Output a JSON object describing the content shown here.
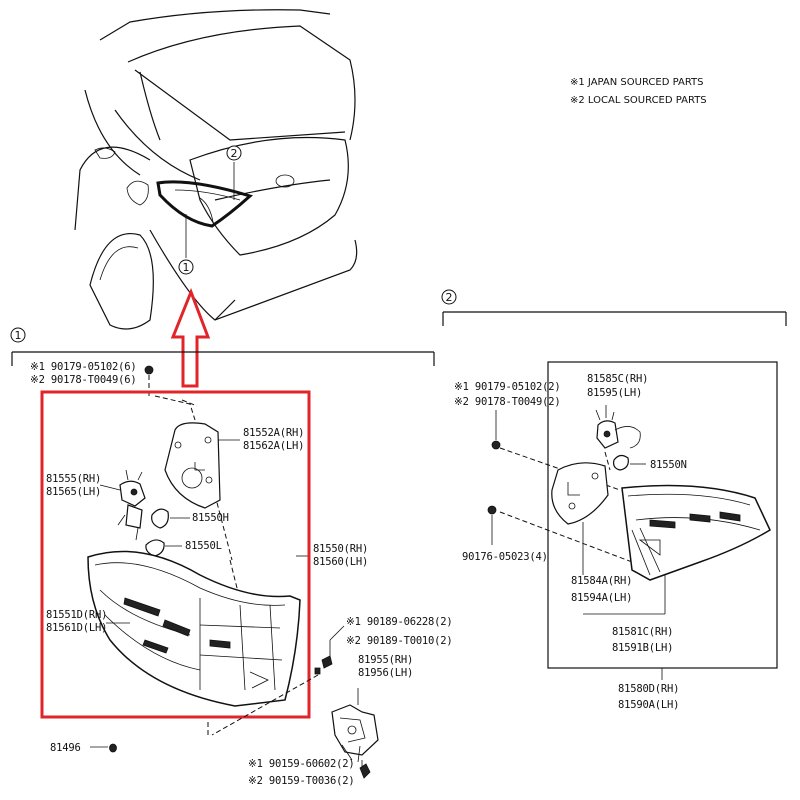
{
  "notes": {
    "line1": "※1 JAPAN SOURCED PARTS",
    "line2": "※2 LOCAL SOURCED PARTS"
  },
  "callouts": {
    "one": "1",
    "two": "2"
  },
  "highlight_color": "#e0242a",
  "section1": {
    "fastener_top": {
      "line1": "※1 90179-05102(6)",
      "line2": "※2 90178-T0049(6)"
    },
    "gasket": {
      "line1": "81552A(RH)",
      "line2": "81562A(LH)"
    },
    "socket": {
      "line1": "81555(RH)",
      "line2": "81565(LH)"
    },
    "bulb_h": "81550H",
    "bulb_l": "81550L",
    "assembly": {
      "line1": "81550(RH)",
      "line2": "81560(LH)"
    },
    "lens": {
      "line1": "81551D(RH)",
      "line2": "81561D(LH)"
    },
    "screw_right": {
      "line1": "※1 90189-06228(2)",
      "line2": "※2 90189-T0010(2)"
    },
    "bracket": {
      "line1": "81955(RH)",
      "line2": "81956(LH)"
    },
    "clip": "81496",
    "bolt_bottom": {
      "line1": "※1 90159-60602(2)",
      "line2": "※2 90159-T0036(2)"
    }
  },
  "section2": {
    "fastener": {
      "line1": "※1 90179-05102(2)",
      "line2": "※2 90178-T0049(2)"
    },
    "socket": {
      "line1": "81585C(RH)",
      "line2": "81595(LH)"
    },
    "bulb_n": "81550N",
    "nut": "90176-05023(4)",
    "gasket": {
      "line1": "81584A(RH)",
      "line2": "81594A(LH)"
    },
    "lens": {
      "line1": "81581C(RH)",
      "line2": "81591B(LH)"
    },
    "assembly": {
      "line1": "81580D(RH)",
      "line2": "81590A(LH)"
    }
  }
}
